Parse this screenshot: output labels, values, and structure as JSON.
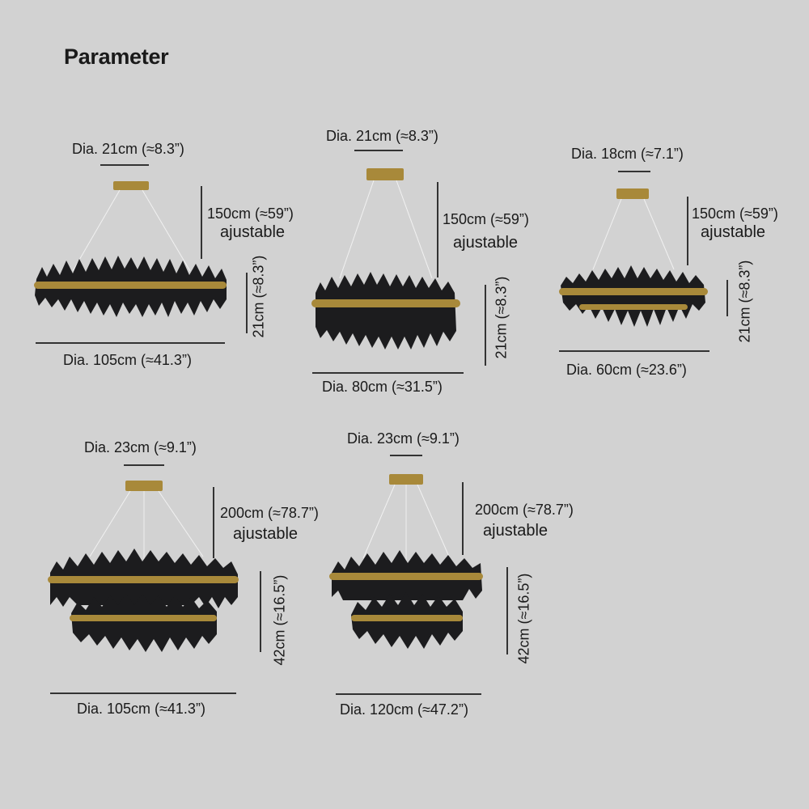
{
  "header": {
    "title": "Parameter"
  },
  "models": [
    {
      "canopy_dia": "Dia. 21cm (≈8.3”)",
      "cable_length": "150cm (≈59”)",
      "adjust_note": "ajustable",
      "height": "21cm (≈8.3”)",
      "diameter": "Dia. 105cm (≈41.3”)"
    },
    {
      "canopy_dia": "Dia. 21cm (≈8.3”)",
      "cable_length": "150cm (≈59”)",
      "adjust_note": "ajustable",
      "height": "21cm (≈8.3”)",
      "diameter": "Dia. 80cm (≈31.5”)"
    },
    {
      "canopy_dia": "Dia. 18cm (≈7.1”)",
      "cable_length": "150cm (≈59”)",
      "adjust_note": "ajustable",
      "height": "21cm (≈8.3”)",
      "diameter": "Dia. 60cm (≈23.6”)"
    },
    {
      "canopy_dia": "Dia. 23cm (≈9.1”)",
      "cable_length": "200cm (≈78.7”)",
      "adjust_note": "ajustable",
      "height": "42cm (≈16.5”)",
      "diameter": "Dia. 105cm (≈41.3”)"
    },
    {
      "canopy_dia": "Dia. 23cm (≈9.1”)",
      "cable_length": "200cm (≈78.7”)",
      "adjust_note": "ajustable",
      "height": "42cm (≈16.5”)",
      "diameter": "Dia. 120cm (≈47.2”)"
    }
  ],
  "colors": {
    "gold": "#a8893a",
    "black": "#1c1c1e",
    "background": "#d2d2d2"
  }
}
